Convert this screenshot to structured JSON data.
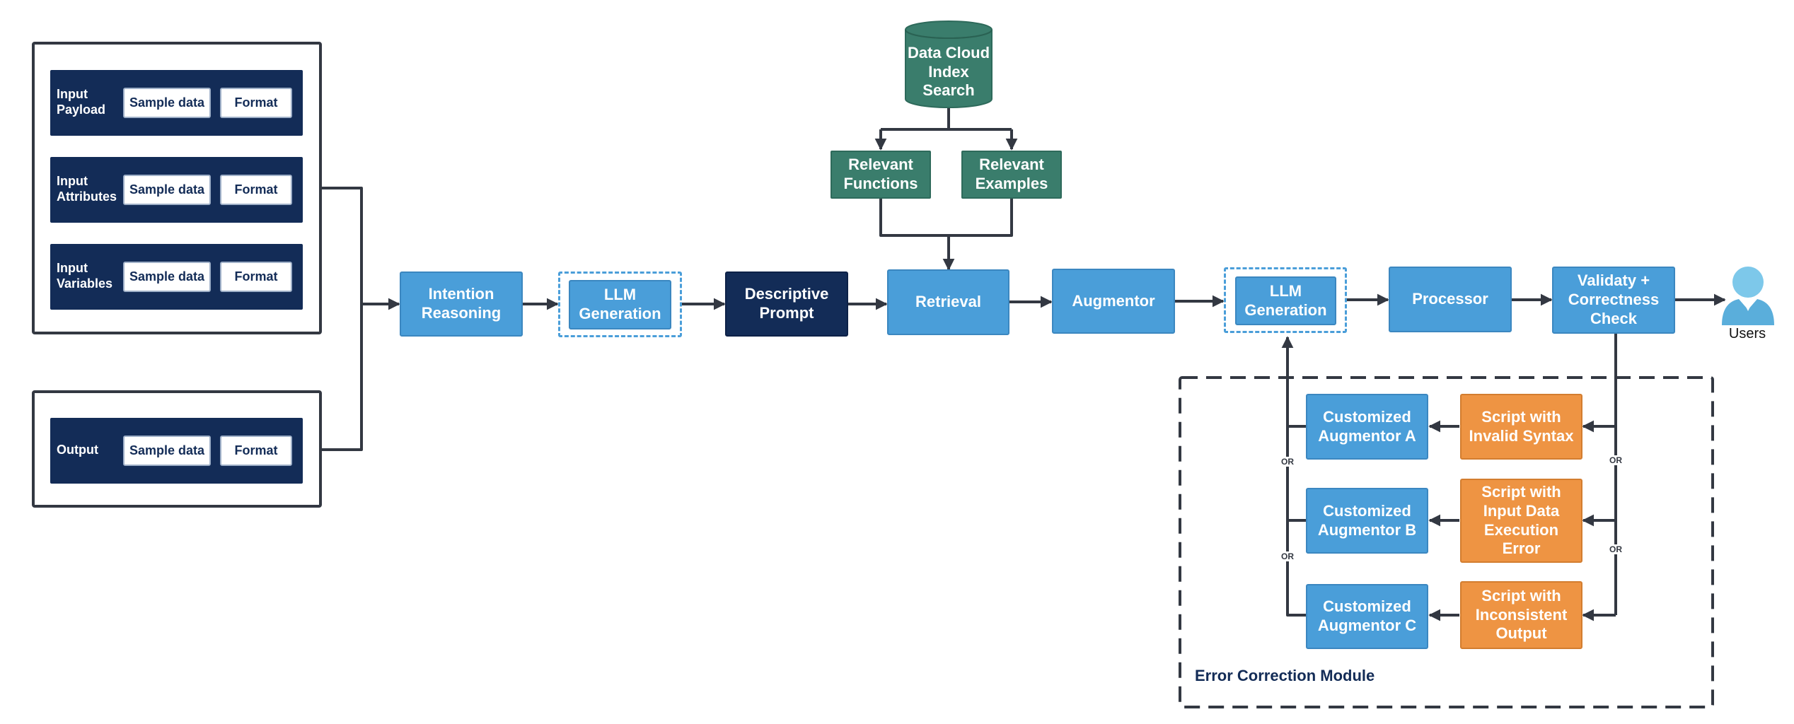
{
  "inputs": [
    {
      "label": "Input\nPayload",
      "sample": "Sample data",
      "format": "Format"
    },
    {
      "label": "Input\nAttributes",
      "sample": "Sample data",
      "format": "Format"
    },
    {
      "label": "Input\nVariables",
      "sample": "Sample data",
      "format": "Format"
    }
  ],
  "output": {
    "label": "Output",
    "sample": "Sample data",
    "format": "Format"
  },
  "pipeline": {
    "intention": "Intention\nReasoning",
    "llm1": "LLM\nGeneration",
    "descriptive": "Descriptive\nPrompt",
    "retrieval": "Retrieval",
    "augmentor": "Augmentor",
    "llm2": "LLM\nGeneration",
    "processor": "Processor",
    "validity": "Validaty +\nCorrectness\nCheck",
    "users": "Users"
  },
  "data_cloud": {
    "db": "Data Cloud\nIndex\nSearch",
    "functions": "Relevant\nFunctions",
    "examples": "Relevant\nExamples"
  },
  "error_module": {
    "title": "Error Correction Module",
    "augmentors": [
      "Customized\nAugmentor A",
      "Customized\nAugmentor B",
      "Customized\nAugmentor C"
    ],
    "scripts": [
      "Script with\nInvalid Syntax",
      "Script with\nInput Data\nExecution\nError",
      "Script with\nInconsistent\nOutput"
    ],
    "or_label": "OR"
  },
  "colors": {
    "blue": "#4a9ed9",
    "navy": "#132c57",
    "green": "#3a7d6c",
    "orange": "#ee9443",
    "line": "#333842",
    "user": "#7dc8ea"
  }
}
